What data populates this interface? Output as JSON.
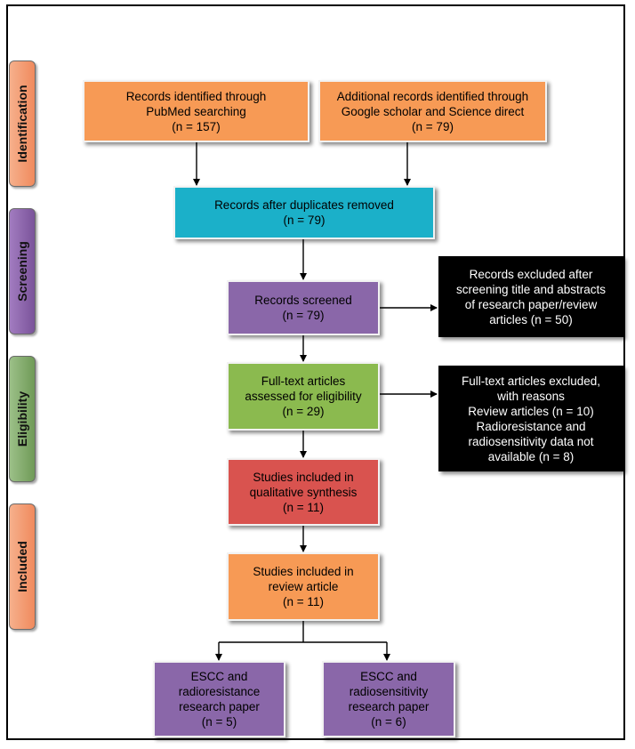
{
  "colors": {
    "orange": "#f79a55",
    "teal": "#1bb0c9",
    "purple": "#8a67a9",
    "green": "#8bba4f",
    "red": "#d9534f",
    "black": "#000000",
    "stage_identification": "#f4a37a",
    "stage_screening": "#8b63a8",
    "stage_eligibility": "#7fa766",
    "stage_included": "#f4a37a"
  },
  "stages": {
    "identification": "Identification",
    "screening": "Screening",
    "eligibility": "Eligibility",
    "included": "Included"
  },
  "boxes": {
    "pubmed": [
      "Records identified through",
      "PubMed searching",
      "(n = 157)"
    ],
    "additional": [
      "Additional records identified through",
      "Google scholar and Science direct",
      "(n = 79)"
    ],
    "duplicates": [
      "Records after duplicates removed",
      "(n = 79)"
    ],
    "screened": [
      "Records screened",
      "(n = 79)"
    ],
    "excluded_screening": [
      "Records excluded after",
      "screening title and abstracts",
      "of research paper/review",
      "articles (n = 50)"
    ],
    "fulltext": [
      "Full-text articles",
      "assessed for eligibility",
      "(n = 29)"
    ],
    "excluded_fulltext": [
      "Full-text articles excluded,",
      "with reasons",
      "Review articles (n = 10)",
      "Radioresistance and",
      "radiosensitivity data not",
      "available (n = 8)"
    ],
    "qualitative": [
      "Studies included in",
      "qualitative synthesis",
      "(n = 11)"
    ],
    "review": [
      "Studies included in",
      "review article",
      "(n = 11)"
    ],
    "radioresistance": [
      "ESCC and",
      "radioresistance",
      "research paper",
      "(n = 5)"
    ],
    "radiosensitivity": [
      "ESCC and",
      "radiosensitivity",
      "research paper",
      "(n = 6)"
    ]
  }
}
